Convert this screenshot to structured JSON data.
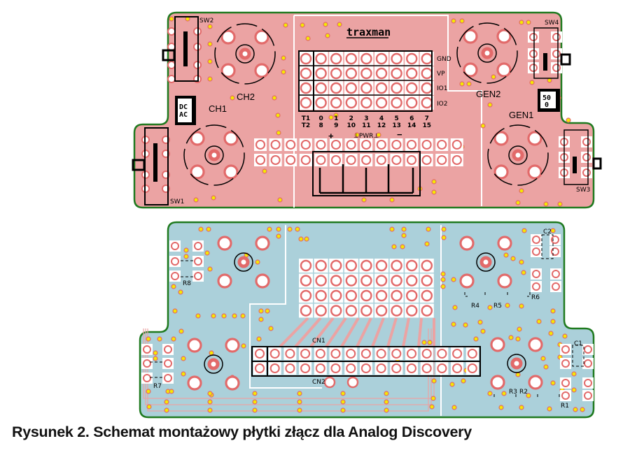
{
  "caption": "Rysunek 2. Schemat montażowy płytki złącz dla Analog Discovery",
  "colors": {
    "top_board": "#eba3a3",
    "bottom_board": "#abd0da",
    "pad": "#e26a6a",
    "via": "#f5e900",
    "outline": "#1f7a1f"
  },
  "top_board": {
    "logo": "traxman",
    "connectors": {
      "ch1": "CH1",
      "ch2": "CH2",
      "gen1": "GEN1",
      "gen2": "GEN2"
    },
    "switches": {
      "sw1": "SW1",
      "sw2": "SW2",
      "sw3": "SW3",
      "sw4": "SW4"
    },
    "dc_ac_label_1": "DC",
    "dc_ac_label_2": "AC",
    "imp_label_1": "50",
    "imp_label_2": "0",
    "header_rows": [
      "GND",
      "VP",
      "IO1",
      "IO2"
    ],
    "column_labels_top": [
      "T1",
      "0",
      "1",
      "2",
      "3",
      "4",
      "5",
      "6",
      "7"
    ],
    "column_labels_bottom": [
      "T2",
      "8",
      "9",
      "10",
      "11",
      "12",
      "13",
      "14",
      "15"
    ],
    "plus": "+",
    "pwr": "⊥PWR⊥",
    "minus": "−"
  },
  "bottom_board": {
    "connectors": {
      "cn1": "CN1",
      "cn2": "CN2"
    },
    "resistors": {
      "r1": "R1",
      "r2": "R2",
      "r3": "R3",
      "r4": "R4",
      "r5": "R5",
      "r6": "R6",
      "r7": "R7",
      "r8": "R8"
    },
    "capacitors": {
      "c1": "C1",
      "c2": "C2"
    }
  }
}
